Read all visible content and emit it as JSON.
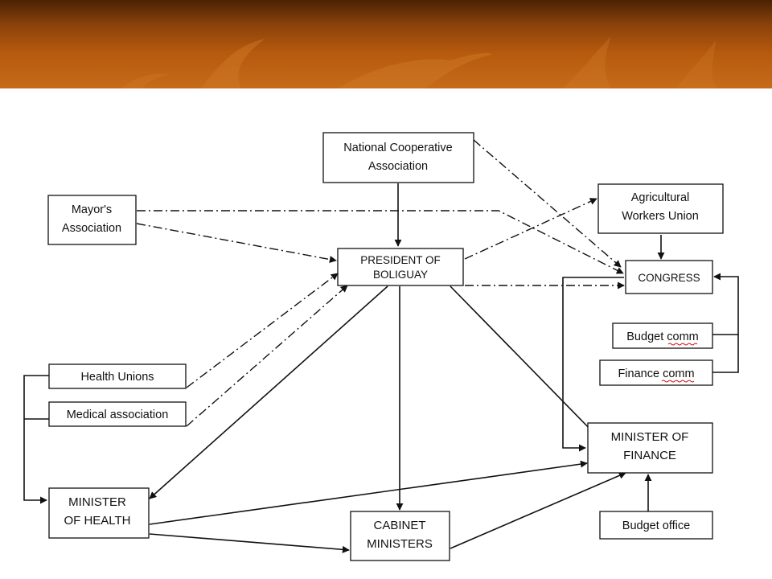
{
  "banner": {
    "colors": {
      "top": "#5a2a06",
      "mid": "#b65a0e",
      "bottom": "#c26a18"
    }
  },
  "nodes": {
    "nca": {
      "lines": [
        "National Cooperative",
        "Association"
      ]
    },
    "mayors": {
      "lines": [
        "Mayor's",
        "Association"
      ]
    },
    "president": {
      "lines": [
        "PRESIDENT OF",
        "BOLIGUAY"
      ]
    },
    "awu": {
      "lines": [
        "Agricultural",
        "Workers Union"
      ]
    },
    "congress": {
      "lines": [
        "CONGRESS"
      ]
    },
    "budget_comm": {
      "lines": [
        "Budget comm"
      ]
    },
    "finance_comm": {
      "lines": [
        "Finance comm"
      ]
    },
    "health_unions": {
      "lines": [
        "Health Unions"
      ]
    },
    "medical": {
      "lines": [
        "Medical association"
      ]
    },
    "min_health": {
      "lines": [
        "MINISTER",
        "OF HEALTH"
      ]
    },
    "min_finance": {
      "lines": [
        "MINISTER OF",
        "FINANCE"
      ]
    },
    "cabinet": {
      "lines": [
        "CABINET",
        "MINISTERS"
      ]
    },
    "budget_office": {
      "lines": [
        "Budget office"
      ]
    }
  }
}
